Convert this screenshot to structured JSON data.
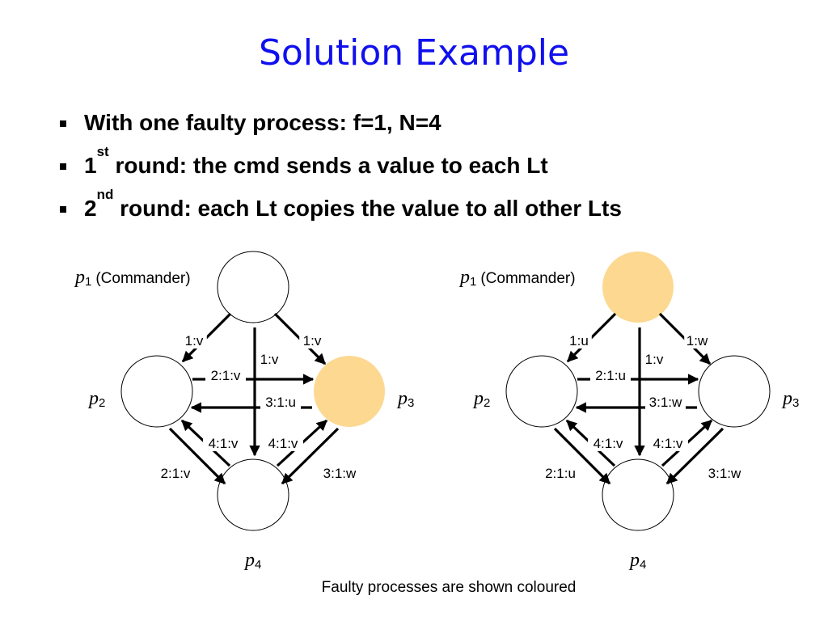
{
  "title": "Solution Example",
  "bullets": [
    {
      "main": "With one faulty process: f=1, N=4",
      "sup": "",
      "rest": ""
    },
    {
      "main": "1",
      "sup": "st",
      "rest": " round: the cmd sends a value to each Lt"
    },
    {
      "main": "2",
      "sup": "nd",
      "rest": " round: each Lt copies the value to all other Lts"
    }
  ],
  "diagrams": [
    {
      "faulty": "p3",
      "nodes": {
        "p1": {
          "label": "p",
          "sub": "1",
          "note": "(Commander)"
        },
        "p2": {
          "label": "p",
          "sub": "2"
        },
        "p3": {
          "label": "p",
          "sub": "3"
        },
        "p4": {
          "label": "p",
          "sub": "4"
        }
      },
      "edge_labels": {
        "p1_p2": "1:v",
        "p1_p3": "1:v",
        "p1_p4": "1:v",
        "p2_p3": "2:1:v",
        "p3_p2": "3:1:u",
        "p4_p2": "4:1:v",
        "p4_p3": "4:1:v",
        "p2_p4": "2:1:v",
        "p3_p4": "3:1:w"
      }
    },
    {
      "faulty": "p1",
      "nodes": {
        "p1": {
          "label": "p",
          "sub": "1",
          "note": "(Commander)"
        },
        "p2": {
          "label": "p",
          "sub": "2"
        },
        "p3": {
          "label": "p",
          "sub": "3"
        },
        "p4": {
          "label": "p",
          "sub": "4"
        }
      },
      "edge_labels": {
        "p1_p2": "1:u",
        "p1_p3": "1:w",
        "p1_p4": "1:v",
        "p2_p3": "2:1:u",
        "p3_p2": "3:1:w",
        "p4_p2": "4:1:v",
        "p4_p3": "4:1:v",
        "p2_p4": "2:1:u",
        "p3_p4": "3:1:w"
      }
    }
  ],
  "colors": {
    "faulty": "#fcd891",
    "title": "#1010ee",
    "normal": "#ffffff"
  },
  "caption": "Faulty processes are shown coloured"
}
